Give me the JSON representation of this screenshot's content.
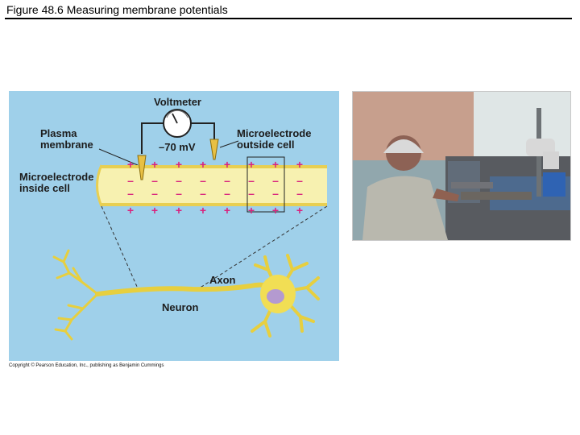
{
  "figure": {
    "title": "Figure 48.6 Measuring membrane potentials"
  },
  "diagram": {
    "voltmeter_label": "Voltmeter",
    "voltage_reading": "–70 mV",
    "plasma_membrane_line1": "Plasma",
    "plasma_membrane_line2": "membrane",
    "microelectrode_outside_line1": "Microelectrode",
    "microelectrode_outside_line2": "outside cell",
    "microelectrode_inside_line1": "Microelectrode",
    "microelectrode_inside_line2": "inside cell",
    "axon_label": "Axon",
    "neuron_label": "Neuron",
    "plus_sign": "+",
    "minus_sign": "–",
    "charge_columns": 8,
    "colors": {
      "background": "#9fd0ea",
      "axon_fill": "#f7f1b0",
      "axon_edge": "#e8cf52",
      "plus_color": "#d8247e",
      "minus_color": "#d8247e",
      "electrode": "#e8c043",
      "nucleus": "#b49ad0"
    }
  },
  "copyright": "Copyright © Pearson Education, Inc., publishing as Benjamin Cummings",
  "photo": {
    "subject": "researcher-at-electrophysiology-rig"
  }
}
